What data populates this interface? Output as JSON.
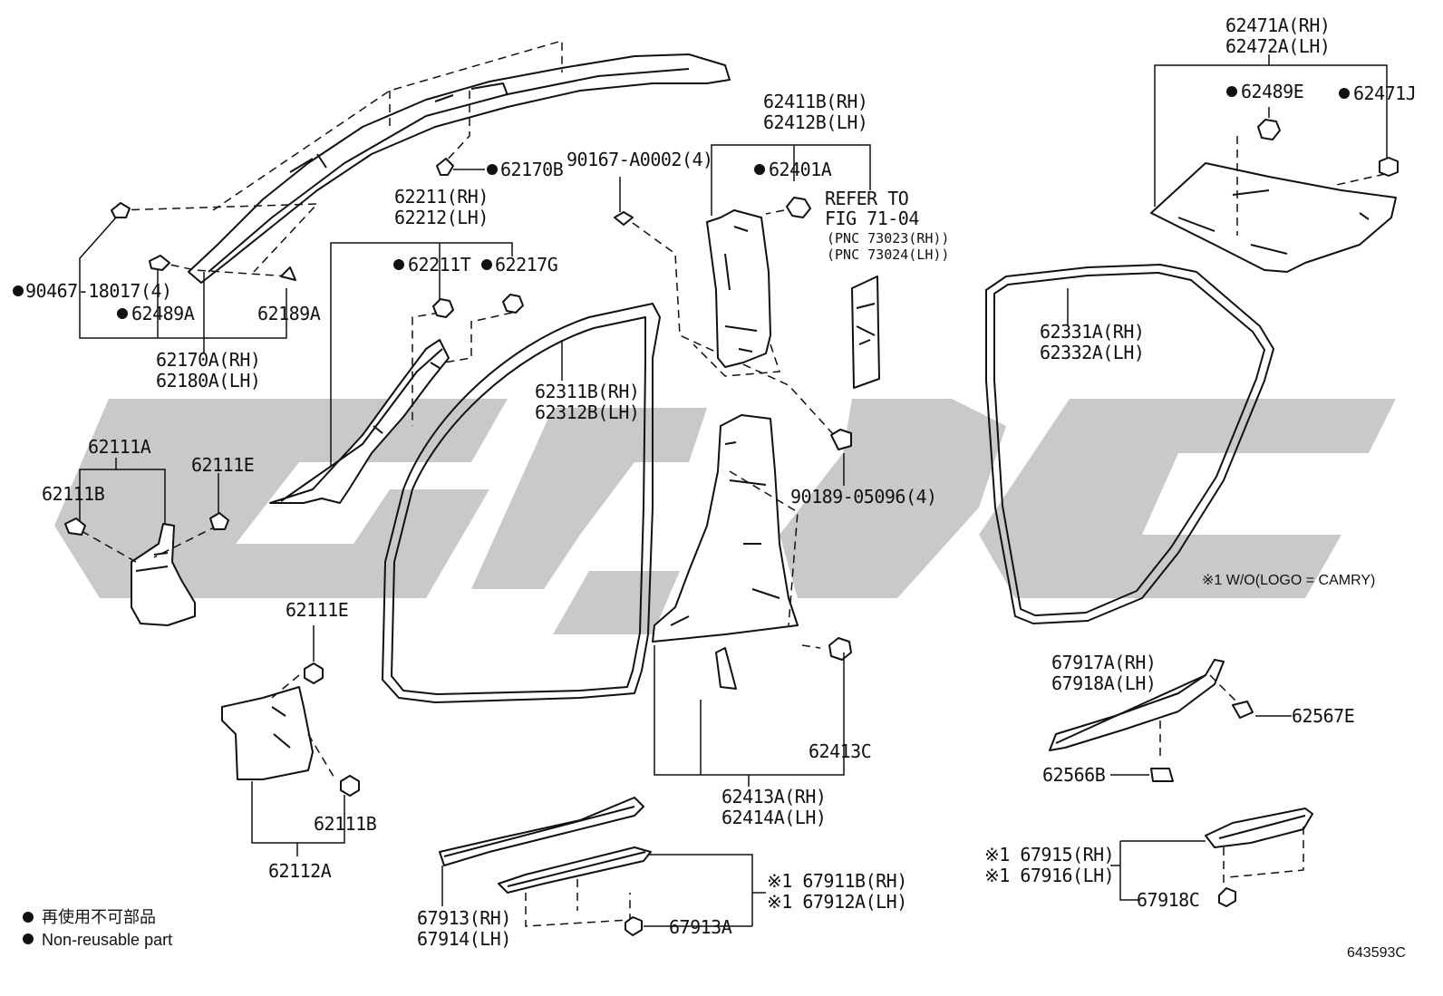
{
  "labels": {
    "p90467": "90467-18017(4)",
    "p62489A": "62489A",
    "p62189A": "62189A",
    "p62170A": "62170A(RH)",
    "p62180A": "62180A(LH)",
    "p62170B": "62170B",
    "p90167": "90167-A0002(4)",
    "p62211RH": "62211(RH)",
    "p62212LH": "62212(LH)",
    "p62211T": "62211T",
    "p62217G": "62217G",
    "p62411B": "62411B(RH)",
    "p62412B": "62412B(LH)",
    "p62401A": "62401A",
    "refer1": "REFER TO",
    "refer2": "FIG 71-04",
    "refer3": "(PNC 73023(RH))",
    "refer4": "(PNC 73024(LH))",
    "p62471A": "62471A(RH)",
    "p62472A": "62472A(LH)",
    "p62489E": "62489E",
    "p62471J": "62471J",
    "p62331A": "62331A(RH)",
    "p62332A": "62332A(LH)",
    "p62311B": "62311B(RH)",
    "p62312B": "62312B(LH)",
    "p62111A": "62111A",
    "p62111E_1": "62111E",
    "p62111B_1": "62111B",
    "p90189": "90189-05096(4)",
    "note_wo": "※1 W/O(LOGO = CAMRY)",
    "p62111E_2": "62111E",
    "p62111B_2": "62111B",
    "p62112A": "62112A",
    "p62413C": "62413C",
    "p62413A": "62413A(RH)",
    "p62414A": "62414A(LH)",
    "p67917A": "67917A(RH)",
    "p67918A": "67918A(LH)",
    "p62567E": "62567E",
    "p62566B": "62566B",
    "p67913RH": "67913(RH)",
    "p67914LH": "67914(LH)",
    "p67911B": "※1 67911B(RH)",
    "p67912A": "※1 67912A(LH)",
    "p67913A": "67913A",
    "p67915": "※1 67915(RH)",
    "p67916": "※1 67916(LH)",
    "p67918C": "67918C"
  },
  "legend": {
    "jp": "再使用不可部品",
    "en": "Non-reusable part"
  },
  "figure_id": "643593C"
}
